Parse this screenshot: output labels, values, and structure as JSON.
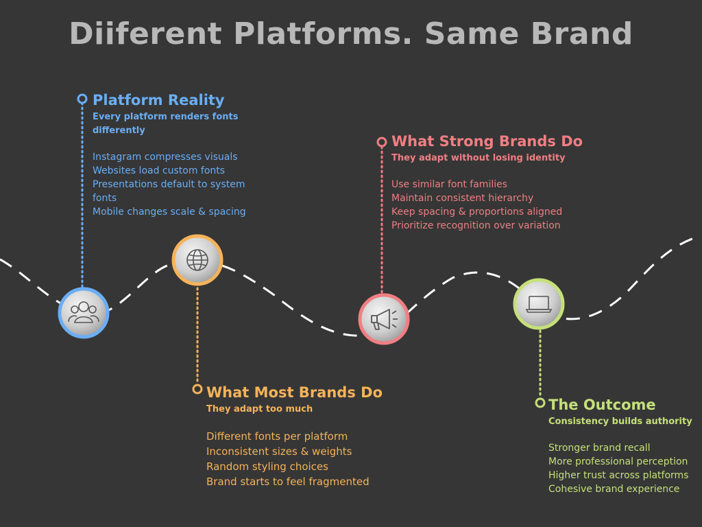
{
  "title": "Diiferent Platforms. Same Brand",
  "colors": {
    "background": "#363636",
    "blue": "#6aaef5",
    "orange": "#f5b35a",
    "red": "#f07f83",
    "green": "#c5e07a",
    "title": "#b8b8b8"
  },
  "steps": [
    {
      "heading": "Platform Reality",
      "subheading": "Every platform renders fonts differently",
      "items": [
        "Instagram compresses visuals",
        "Websites load custom fonts",
        "Presentations default to system fonts",
        "Mobile changes scale & spacing"
      ],
      "icon": "users-icon"
    },
    {
      "heading": "What Most Brands Do",
      "subheading": "They adapt too much",
      "items": [
        "Different fonts per platform",
        "Inconsistent sizes & weights",
        "Random styling choices",
        "Brand starts to feel fragmented"
      ],
      "icon": "globe-icon"
    },
    {
      "heading": "What Strong Brands Do",
      "subheading": "They adapt without losing identity",
      "items": [
        "Use similar font families",
        "Maintain consistent hierarchy",
        "Keep spacing & proportions aligned",
        "Prioritize recognition over variation"
      ],
      "icon": "megaphone-icon"
    },
    {
      "heading": "The Outcome",
      "subheading": "Consistency builds authority",
      "items": [
        "Stronger brand recall",
        "More professional perception",
        "Higher trust across platforms",
        "Cohesive brand experience"
      ],
      "icon": "laptop-icon"
    }
  ]
}
